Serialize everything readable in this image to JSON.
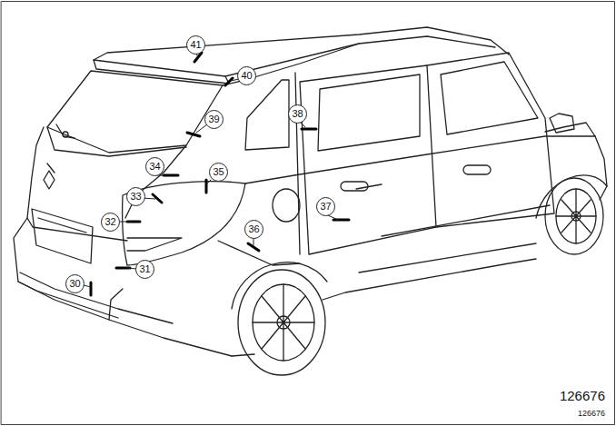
{
  "diagram": {
    "nodes": [
      {
        "text": [
          "41"
        ]
      },
      {
        "text": [
          "40"
        ]
      },
      {
        "text": [
          "39"
        ]
      },
      {
        "text": [
          "38"
        ]
      },
      {
        "text": [
          "34"
        ]
      },
      {
        "text": [
          "35"
        ]
      },
      {
        "text": [
          "33"
        ]
      },
      {
        "text": [
          "37"
        ]
      },
      {
        "text": [
          "32"
        ]
      },
      {
        "text": [
          "36"
        ]
      },
      {
        "text": [
          "31"
        ]
      },
      {
        "text": [
          "30"
        ]
      }
    ],
    "labels": [
      "126676",
      "126676"
    ]
  }
}
